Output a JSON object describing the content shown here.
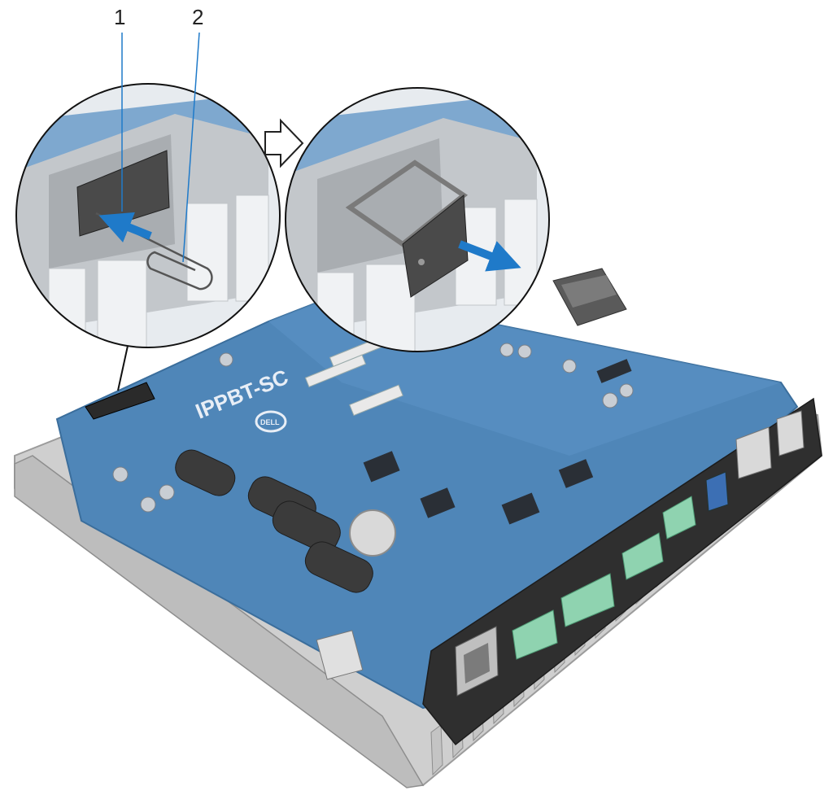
{
  "callouts": [
    {
      "number": "1",
      "name": "SIM card tray"
    },
    {
      "number": "2",
      "name": "paper clip"
    }
  ],
  "board_print": {
    "model": "IPPBT-SC",
    "brand": "DELL"
  },
  "colors": {
    "board": "#4f86b8",
    "board_dark": "#3b6e9c",
    "chassis": "#c9c9c9",
    "chassis_dark": "#9a9a9a",
    "connector_green": "#8fd3b0",
    "arrow_blue": "#1f7ac9",
    "tray_dark": "#3a3a3a"
  },
  "icons": {
    "transition_arrow": "hollow-right-arrow-icon",
    "push_arrow": "blue-arrow-icon",
    "pull_arrow": "blue-arrow-icon"
  }
}
